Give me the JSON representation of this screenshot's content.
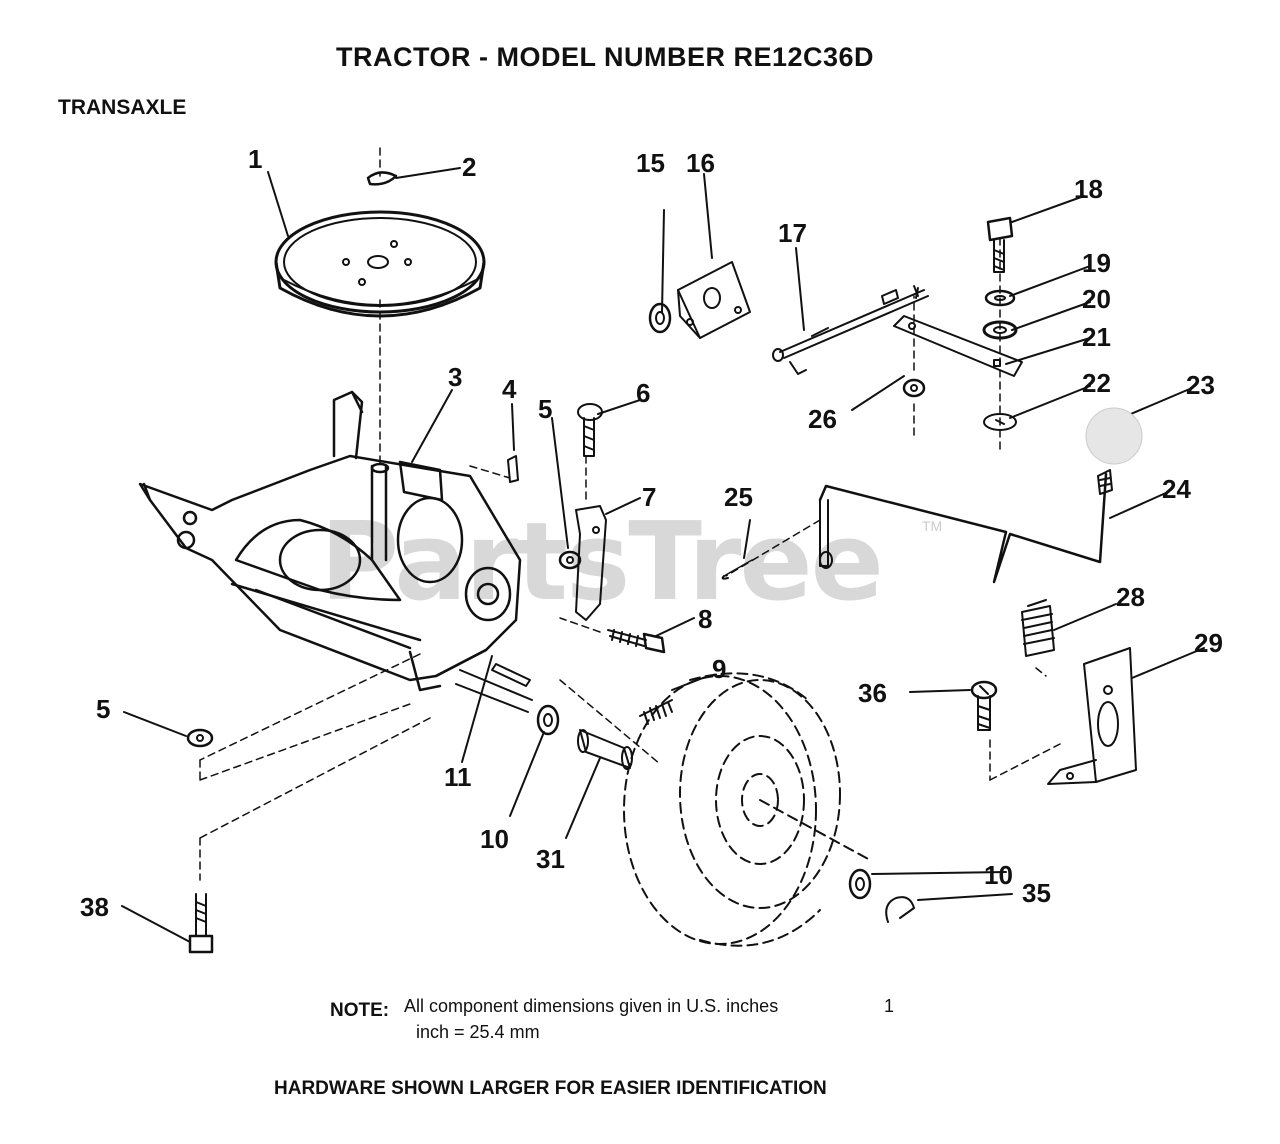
{
  "title": "TRACTOR  - MODEL NUMBER RE12C36D",
  "section": "TRANSAXLE",
  "watermark": "PartsTree",
  "watermark_tm": "TM",
  "note": {
    "label": "NOTE:",
    "line1": "All component dimensions given in U.S. inches",
    "page_mark": "1",
    "line2": "inch = 25.4 mm"
  },
  "footer": "HARDWARE SHOWN LARGER FOR EASIER IDENTIFICATION",
  "callouts": {
    "c1": "1",
    "c2": "2",
    "c3": "3",
    "c4": "4",
    "c5a": "5",
    "c5b": "5",
    "c6": "6",
    "c7": "7",
    "c8": "8",
    "c9": "9",
    "c10a": "10",
    "c10b": "10",
    "c11": "11",
    "c15": "15",
    "c16": "16",
    "c17": "17",
    "c18": "18",
    "c19": "19",
    "c20": "20",
    "c21": "21",
    "c22": "22",
    "c23": "23",
    "c24": "24",
    "c25": "25",
    "c26": "26",
    "c28": "28",
    "c29": "29",
    "c31": "31",
    "c35": "35",
    "c36": "36",
    "c38": "38"
  }
}
